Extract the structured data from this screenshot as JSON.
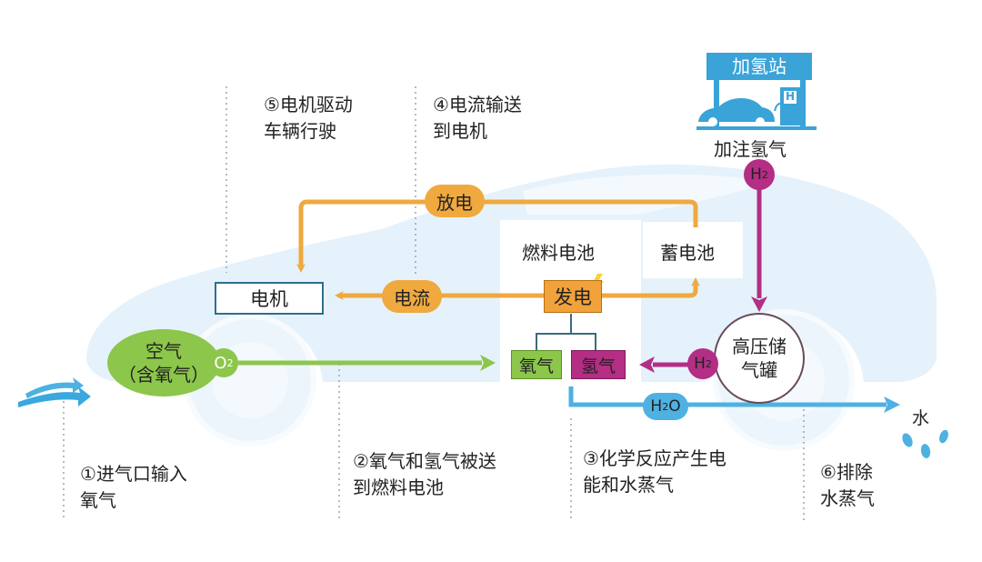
{
  "colors": {
    "orange": "#efa93f",
    "green": "#8cc64b",
    "blue": "#4eb1e2",
    "magenta": "#b32e84",
    "light_blue_car": "#e5f2fb",
    "station_blue": "#3aa3d8",
    "fuel_box_orange": "#f2a23a"
  },
  "steps": {
    "step1": [
      "①进气口输入",
      "氧气"
    ],
    "step2": [
      "②氧气和氢气被送",
      "到燃料电池"
    ],
    "step3": [
      "③化学反应产生电",
      "能和水蒸气"
    ],
    "step4": [
      "④电流输送",
      "到电机"
    ],
    "step5": [
      "⑤电机驱动",
      "车辆行驶"
    ],
    "step6": [
      "⑥排除",
      "水蒸气"
    ]
  },
  "components": {
    "motor": "电机",
    "fuel_cell": "燃料电池",
    "generate": "发电",
    "battery": "蓄电池",
    "oxygen": "氧气",
    "hydrogen": "氢气",
    "tank_line1": "高压储",
    "tank_line2": "气罐",
    "air_line1": "空气",
    "air_line2": "（含氧气）",
    "station": "加氢站",
    "refuel": "加注氢气",
    "water": "水"
  },
  "flows": {
    "discharge": "放电",
    "current": "电流"
  },
  "badges": {
    "o2_base": "O",
    "o2_sub": "2",
    "h2_base": "H",
    "h2_sub": "2",
    "h2o_h": "H",
    "h2o_sub": "2",
    "h2o_o": "O",
    "station_h": "H"
  },
  "icons": {
    "station": "gas-station-icon",
    "bolt": "lightning-bolt-icon",
    "water_drops": "water-drops-icon",
    "air_intake": "air-intake-icon"
  }
}
